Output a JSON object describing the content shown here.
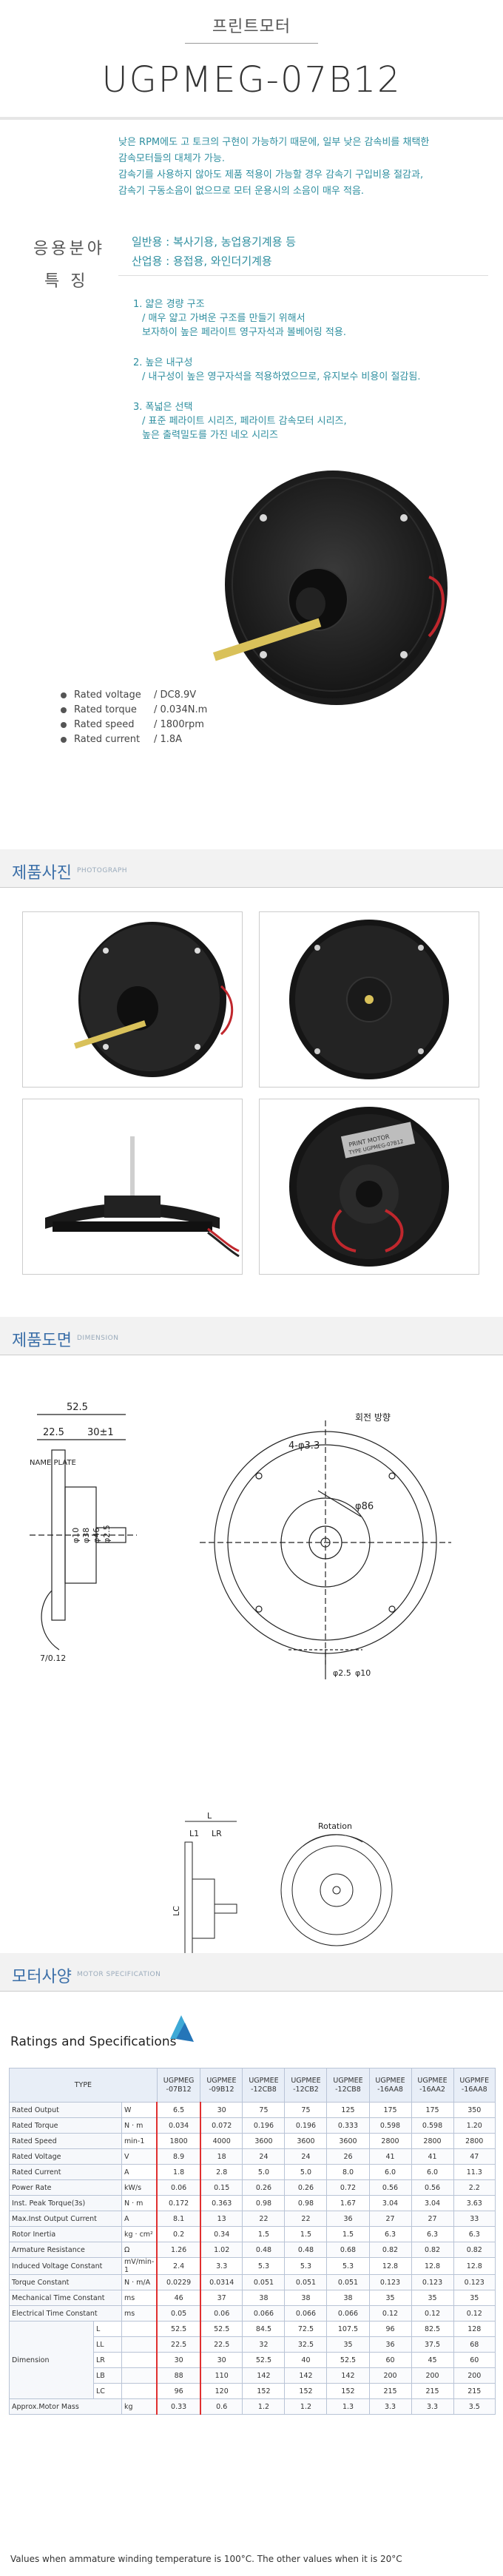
{
  "header": {
    "category": "프린트모터",
    "model": "UGPMEG-07B12"
  },
  "intro": [
    "낮은 RPM에도 고 토크의 구현이 가능하기 때문에, 일부 낮은 감속비를 채택한",
    "감속모터들의 대체가 가능.",
    "감속기를 사용하지 않아도 제품 적용이 가능할 경우 감속기 구입비용 절감과,",
    "감속기 구동소음이 없으므로 모터 운용시의 소음이 매우 적음."
  ],
  "application": {
    "label": "응용분야",
    "lines": [
      "일반용 : 복사기용, 농업용기계용 등",
      "산업용 : 용접용, 와인더기계용"
    ]
  },
  "features": {
    "label": "특 징",
    "groups": [
      {
        "title": "1. 얇은 경량 구조",
        "items": [
          "/ 매우 얇고 가벼운 구조를 만들기 위해서",
          "보자하이 높은 페라이트 영구자석과 볼베어링 적용."
        ]
      },
      {
        "title": "2. 높은 내구성",
        "items": [
          "/ 내구성이 높은 영구자석을 적용하였으므로, 유지보수 비용이 절감됨."
        ]
      },
      {
        "title": "3. 폭넓은 선택",
        "items": [
          "/ 표준 페라이트 시리즈,  페라이트 감속모터 시리즈,",
          "높은 출력밀도를 가진 네오 시리즈"
        ]
      }
    ]
  },
  "specs": [
    {
      "label": "Rated voltage",
      "value": "/  DC8.9V"
    },
    {
      "label": "Rated torque",
      "value": "/  0.034N.m"
    },
    {
      "label": "Rated speed",
      "value": "/  1800rpm"
    },
    {
      "label": "Rated current",
      "value": "/  1.8A"
    }
  ],
  "sections": {
    "photo": {
      "title": "제품사진",
      "sub": "PHOTOGRAPH"
    },
    "dimension": {
      "title": "제품도면",
      "sub": "DIMENSION"
    },
    "spec": {
      "title": "모터사양",
      "sub": "MOTOR SPECIFICATION"
    }
  },
  "drawing": {
    "dims": [
      "52.5",
      "22.5",
      "30±1",
      "4-φ3.3",
      "φ86",
      "φ2.5",
      "φ10",
      "φ38",
      "φ46",
      "φ86",
      "φ2.5",
      "φ10"
    ],
    "labels": [
      "회전 방향",
      "L",
      "L1",
      "LR",
      "LC",
      "Rotation",
      "7/0.12",
      "NAME PLATE"
    ]
  },
  "nameplate": [
    "PRINT MOTOR",
    "TYPE UGPMEG-07B12"
  ],
  "table": {
    "title": "Ratings and Specifications",
    "type_header": "TYPE",
    "models": [
      "UGPMEG\n-07B12",
      "UGPMEE\n-09B12",
      "UGPMEE\n-12CB8",
      "UGPMEE\n-12CB2",
      "UGPMEE\n-12CB8",
      "UGPMEE\n-16AA8",
      "UGPMEE\n-16AA2",
      "UGPMFE\n-16AA8"
    ],
    "rows": [
      {
        "item": "Rated Output",
        "sub": "",
        "unit": "W",
        "vals": [
          "6.5",
          "30",
          "75",
          "75",
          "125",
          "175",
          "175",
          "350"
        ]
      },
      {
        "item": "Rated Torque",
        "sub": "",
        "unit": "N · m",
        "vals": [
          "0.034",
          "0.072",
          "0.196",
          "0.196",
          "0.333",
          "0.598",
          "0.598",
          "1.20"
        ]
      },
      {
        "item": "Rated Speed",
        "sub": "",
        "unit": "min-1",
        "vals": [
          "1800",
          "4000",
          "3600",
          "3600",
          "3600",
          "2800",
          "2800",
          "2800"
        ]
      },
      {
        "item": "Rated Voltage",
        "sub": "",
        "unit": "V",
        "vals": [
          "8.9",
          "18",
          "24",
          "24",
          "26",
          "41",
          "41",
          "47"
        ]
      },
      {
        "item": "Rated Current",
        "sub": "",
        "unit": "A",
        "vals": [
          "1.8",
          "2.8",
          "5.0",
          "5.0",
          "8.0",
          "6.0",
          "6.0",
          "11.3"
        ]
      },
      {
        "item": "Power Rate",
        "sub": "",
        "unit": "kW/s",
        "vals": [
          "0.06",
          "0.15",
          "0.26",
          "0.26",
          "0.72",
          "0.56",
          "0.56",
          "2.2"
        ]
      },
      {
        "item": "Inst. Peak Torque(3s)",
        "sub": "",
        "unit": "N · m",
        "vals": [
          "0.172",
          "0.363",
          "0.98",
          "0.98",
          "1.67",
          "3.04",
          "3.04",
          "3.63"
        ]
      },
      {
        "item": "Max.Inst Output Current",
        "sub": "",
        "unit": "A",
        "vals": [
          "8.1",
          "13",
          "22",
          "22",
          "36",
          "27",
          "27",
          "33"
        ]
      },
      {
        "item": "Rotor Inertia",
        "sub": "",
        "unit": "kg · cm²",
        "vals": [
          "0.2",
          "0.34",
          "1.5",
          "1.5",
          "1.5",
          "6.3",
          "6.3",
          "6.3"
        ]
      },
      {
        "item": "Armature Resistance",
        "sub": "",
        "unit": "Ω",
        "vals": [
          "1.26",
          "1.02",
          "0.48",
          "0.48",
          "0.68",
          "0.82",
          "0.82",
          "0.82"
        ]
      },
      {
        "item": "Induced Voltage Constant",
        "sub": "",
        "unit": "mV/min-1",
        "vals": [
          "2.4",
          "3.3",
          "5.3",
          "5.3",
          "5.3",
          "12.8",
          "12.8",
          "12.8"
        ]
      },
      {
        "item": "Torque Constant",
        "sub": "",
        "unit": "N · m/A",
        "vals": [
          "0.0229",
          "0.0314",
          "0.051",
          "0.051",
          "0.051",
          "0.123",
          "0.123",
          "0.123"
        ]
      },
      {
        "item": "Mechanical Time Constant",
        "sub": "",
        "unit": "ms",
        "vals": [
          "46",
          "37",
          "38",
          "38",
          "38",
          "35",
          "35",
          "35"
        ]
      },
      {
        "item": "Electrical Time Constant",
        "sub": "",
        "unit": "ms",
        "vals": [
          "0.05",
          "0.06",
          "0.066",
          "0.066",
          "0.066",
          "0.12",
          "0.12",
          "0.12"
        ]
      },
      {
        "item": "Dimension",
        "sub": "L",
        "unit": "",
        "vals": [
          "52.5",
          "52.5",
          "84.5",
          "72.5",
          "107.5",
          "96",
          "82.5",
          "128"
        ]
      },
      {
        "item": "",
        "sub": "LL",
        "unit": "",
        "vals": [
          "22.5",
          "22.5",
          "32",
          "32.5",
          "35",
          "36",
          "37.5",
          "68"
        ]
      },
      {
        "item": "",
        "sub": "LR",
        "unit": "",
        "vals": [
          "30",
          "30",
          "52.5",
          "40",
          "52.5",
          "60",
          "45",
          "60"
        ]
      },
      {
        "item": "",
        "sub": "LB",
        "unit": "",
        "vals": [
          "88",
          "110",
          "142",
          "142",
          "142",
          "200",
          "200",
          "200"
        ]
      },
      {
        "item": "",
        "sub": "LC",
        "unit": "",
        "vals": [
          "96",
          "120",
          "152",
          "152",
          "152",
          "215",
          "215",
          "215"
        ]
      },
      {
        "item": "Approx.Motor Mass",
        "sub": "",
        "unit": "kg",
        "vals": [
          "0.33",
          "0.6",
          "1.2",
          "1.2",
          "1.3",
          "3.3",
          "3.3",
          "3.5"
        ]
      }
    ],
    "note": "Values when ammature winding temperature is 100°C. The other values when it is 20°C"
  },
  "colors": {
    "accent": "#2f8fa0",
    "heading": "#3b6fa8",
    "band": "#f2f2f2",
    "highlight": "#e03030"
  }
}
